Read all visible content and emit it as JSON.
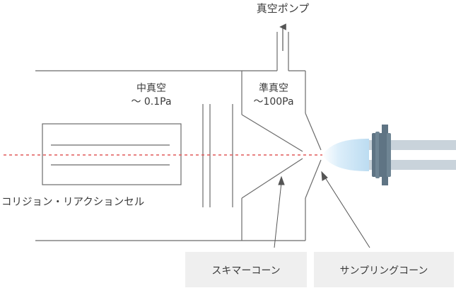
{
  "labels": {
    "vacuum_pump": "真空ポンプ",
    "medium_vacuum": "中真空",
    "medium_vacuum_pressure": "～ 0.1Pa",
    "semi_vacuum": "準真空",
    "semi_vacuum_pressure": "～100Pa",
    "collision_cell": "コリジョン・リアクションセル",
    "skimmer_cone": "スキマーコーン",
    "sampling_cone": "サンプリングコーン"
  },
  "colors": {
    "line": "#6b6b6b",
    "beam": "#e05a5a",
    "callout_bg": "#efefef",
    "plasma": "#cfe6f6",
    "torch": "#c9d3db",
    "coil": "#5f7484"
  }
}
